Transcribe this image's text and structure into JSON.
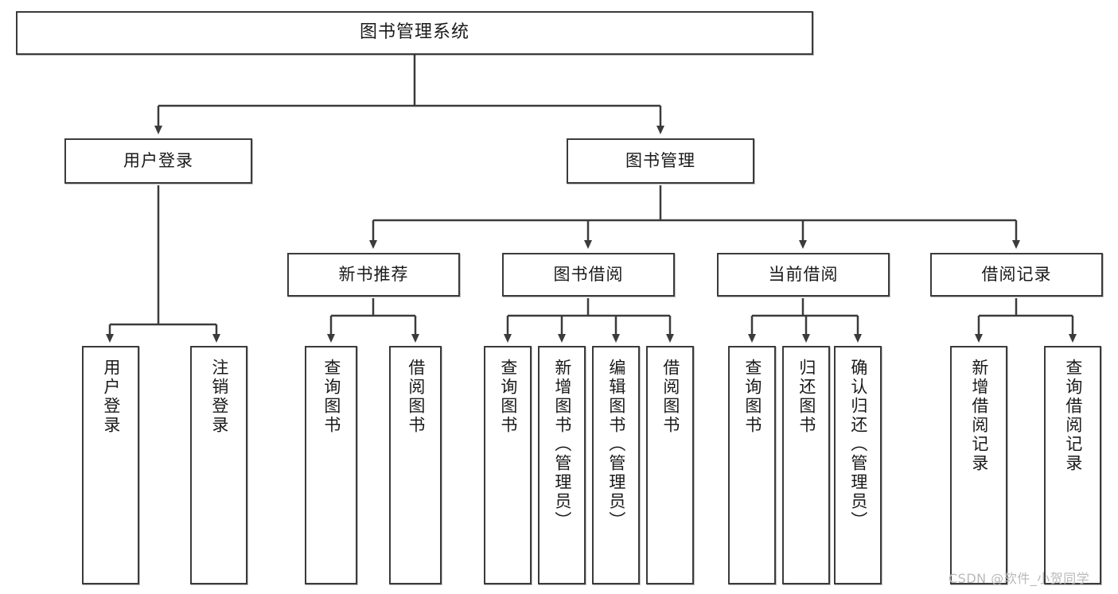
{
  "diagram": {
    "title": "图书管理系统",
    "type": "hierarchy-tree",
    "root": {
      "label": "图书管理系统"
    },
    "level1": [
      {
        "label": "用户登录"
      },
      {
        "label": "图书管理"
      }
    ],
    "level2": [
      {
        "label": "新书推荐"
      },
      {
        "label": "图书借阅"
      },
      {
        "label": "当前借阅"
      },
      {
        "label": "借阅记录"
      }
    ],
    "leaves": {
      "user_login": [
        "用户登录",
        "注销登录"
      ],
      "new_book_recommend": [
        "查询图书",
        "借阅图书"
      ],
      "book_borrow": [
        "查询图书",
        "新增图书（管理员）",
        "编辑图书（管理员）",
        "借阅图书"
      ],
      "current_borrow": [
        "查询图书",
        "归还图书",
        "确认归还（管理员）"
      ],
      "borrow_record": [
        "新增借阅记录",
        "查询借阅记录"
      ]
    }
  },
  "watermark": {
    "text": "CSDN @软件_小贺同学"
  },
  "colors": {
    "border": "#3b3b3b",
    "background": "#ffffff",
    "text": "#1a1a1a",
    "watermark": "#b9b9b9"
  }
}
